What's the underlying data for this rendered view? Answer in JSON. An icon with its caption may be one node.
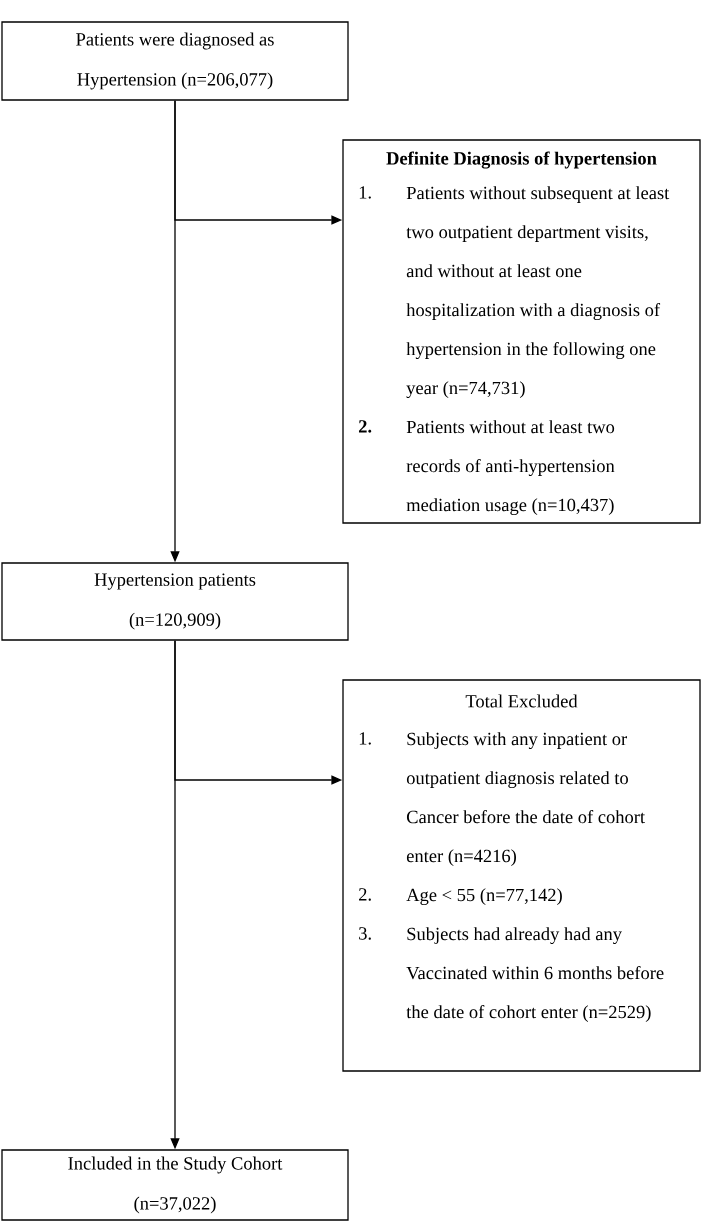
{
  "diagram": {
    "nodes": [
      {
        "text": [
          "Patients were diagnosed as Hypertension (n=206,077)"
        ]
      },
      {
        "text": [
          "Definite Diagnosis of hypertension",
          "1.",
          "Patients without subsequent at least two outpatient department visits, and without at least one hospitalization with a diagnosis of hypertension in the following one year (n=74,731)",
          "2.",
          "Patients without at least two records of anti-hypertension mediation usage (n=10,437)"
        ]
      },
      {
        "text": [
          "Hypertension patients (n=120,909)"
        ]
      },
      {
        "text": [
          "Total Excluded",
          "1.",
          "Subjects with any inpatient or outpatient diagnosis related to Cancer before the date of cohort enter (n=4216)",
          "2.",
          "Age < 55 (n=77,142)",
          "3.",
          "Subjects had already had any Vaccinated within 6 months before the date of cohort enter (n=2529)"
        ]
      },
      {
        "text": [
          "Included in the Study Cohort (n=37,022)"
        ]
      }
    ],
    "edges": [
      {
        "from": 0,
        "to": 2,
        "arrow": "to"
      },
      {
        "from": 0,
        "to": 1,
        "arrow": "to"
      },
      {
        "from": 2,
        "to": 4,
        "arrow": "to"
      },
      {
        "from": 2,
        "to": 3,
        "arrow": "to"
      }
    ]
  }
}
